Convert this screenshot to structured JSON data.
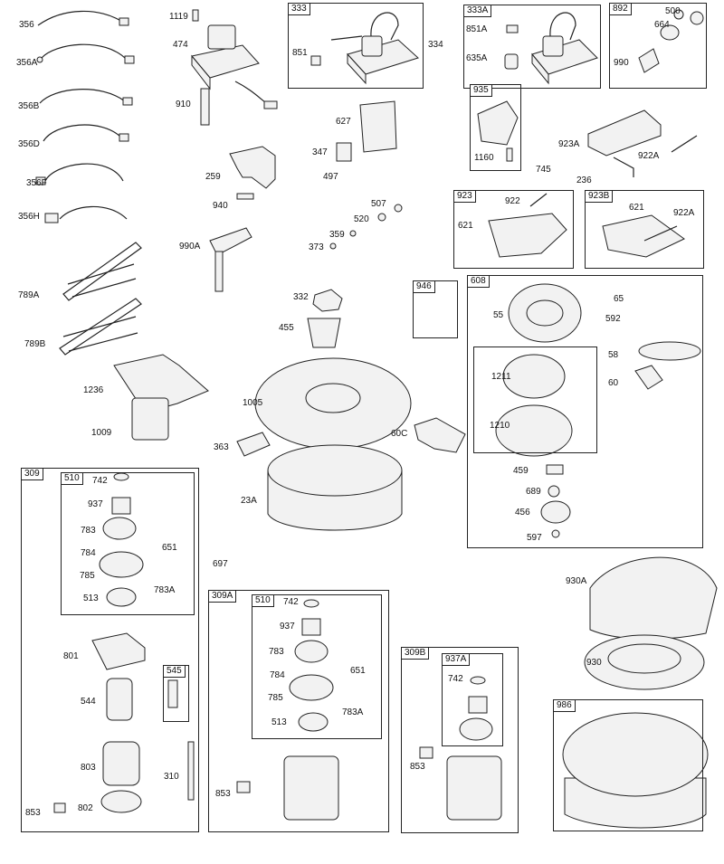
{
  "boxes": {
    "b333": "333",
    "b333A": "333A",
    "b892": "892",
    "b935": "935",
    "b923": "923",
    "b923B": "923B",
    "b946": "946",
    "b608": "608",
    "b309": "309",
    "b510a": "510",
    "b545": "545",
    "b309A": "309A",
    "b510b": "510",
    "b309B": "309B",
    "b937A": "937A",
    "b986": "986"
  },
  "labels": {
    "l356": "356",
    "l356A": "356A",
    "l356B": "356B",
    "l356D": "356D",
    "l356F": "356F",
    "l356H": "356H",
    "l789A": "789A",
    "l789B": "789B",
    "l1119": "1119",
    "l474": "474",
    "l910": "910",
    "l259": "259",
    "l940": "940",
    "l990A": "990A",
    "l851": "851",
    "l334": "334",
    "l851A": "851A",
    "l635A": "635A",
    "l500": "500",
    "l664": "664",
    "l990": "990",
    "l1160": "1160",
    "l627": "627",
    "l347": "347",
    "l497": "497",
    "l923A": "923A",
    "l922A_top": "922A",
    "l745": "745",
    "l236": "236",
    "l507": "507",
    "l520": "520",
    "l359": "359",
    "l373": "373",
    "l922": "922",
    "l621a": "621",
    "l621b": "621",
    "l922A_b": "922A",
    "l332": "332",
    "l455": "455",
    "l1005": "1005",
    "l363": "363",
    "l23A": "23A",
    "l697": "697",
    "l60C": "60C",
    "l1236": "1236",
    "l1009": "1009",
    "l65": "65",
    "l55": "55",
    "l592": "592",
    "l58": "58",
    "l60": "60",
    "l1211": "1211",
    "l1210": "1210",
    "l459": "459",
    "l689": "689",
    "l456": "456",
    "l597": "597",
    "l930A": "930A",
    "l930": "930",
    "l742a": "742",
    "l937a": "937",
    "l783a": "783",
    "l784a": "784",
    "l785a": "785",
    "l513a": "513",
    "l651a": "651",
    "l783Aa": "783A",
    "l801": "801",
    "l544": "544",
    "l803": "803",
    "l310": "310",
    "l802": "802",
    "l853a": "853",
    "l742b": "742",
    "l937b": "937",
    "l783b": "783",
    "l784b": "784",
    "l785b": "785",
    "l513b": "513",
    "l651b": "651",
    "l783Ab": "783A",
    "l853b": "853",
    "l742c": "742",
    "l853c": "853"
  }
}
